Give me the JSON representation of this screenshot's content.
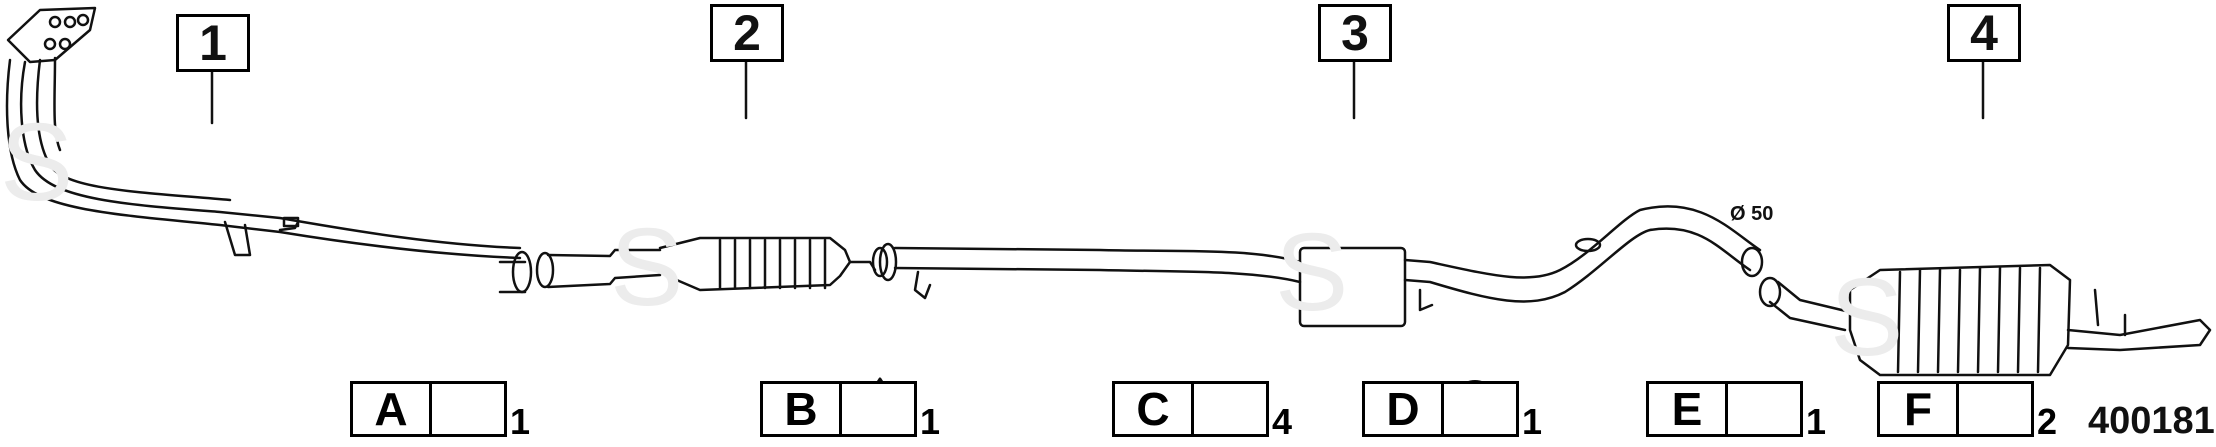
{
  "parts": [
    {
      "label": "1",
      "name": "front pipe with manifold"
    },
    {
      "label": "2",
      "name": "catalytic converter"
    },
    {
      "label": "3",
      "name": "center silencer"
    },
    {
      "label": "4",
      "name": "rear silencer"
    }
  ],
  "kit": [
    {
      "letter": "A",
      "qty": "1",
      "icon": "gasket-ring-icon"
    },
    {
      "letter": "B",
      "qty": "1",
      "icon": "triangular-flange-gasket-icon"
    },
    {
      "letter": "C",
      "qty": "4",
      "icon": "rubber-mount-icon"
    },
    {
      "letter": "D",
      "qty": "1",
      "icon": "rubber-hanger-icon"
    },
    {
      "letter": "E",
      "qty": "1",
      "icon": "clamp-icon"
    },
    {
      "letter": "F",
      "qty": "2",
      "icon": "rubber-mount-icon"
    }
  ],
  "diameter_note": "Ø 50",
  "diagram_id": "400181",
  "colors": {
    "line": "#000000",
    "label_border": "#000000",
    "watermark": "#e6e6e6"
  }
}
